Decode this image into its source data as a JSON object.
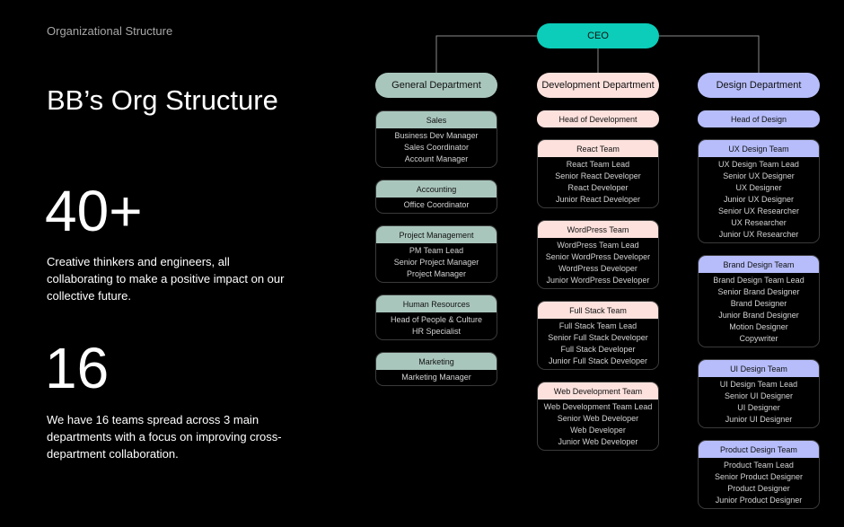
{
  "left": {
    "small_title": "Organizational Structure",
    "title": "BB’s Org Structure",
    "stat1_value": "40+",
    "stat1_desc": "Creative thinkers and engineers, all collaborating to make a positive impact on our collective future.",
    "stat2_value": "16",
    "stat2_desc": "We have 16 teams spread across 3 main departments with a focus on improving cross-department collaboration."
  },
  "colors": {
    "ceo": "#0bcdb9",
    "general": "#a9c6bd",
    "development": "#fce1dd",
    "design": "#b6bdfa"
  },
  "org": {
    "ceo": "CEO",
    "departments": [
      {
        "name": "General Department",
        "teams": [
          {
            "name": "Sales",
            "members": [
              "Business Dev Manager",
              "Sales Coordinator",
              "Account Manager"
            ]
          },
          {
            "name": "Accounting",
            "members": [
              "Office Coordinator"
            ]
          },
          {
            "name": "Project Management",
            "members": [
              "PM Team Lead",
              "Senior Project Manager",
              "Project Manager"
            ]
          },
          {
            "name": "Human Resources",
            "members": [
              "Head of People & Culture",
              "HR Specialist"
            ]
          },
          {
            "name": "Marketing",
            "members": [
              "Marketing Manager"
            ]
          }
        ]
      },
      {
        "name": "Development Department",
        "head": "Head of Development",
        "teams": [
          {
            "name": "React Team",
            "members": [
              "React Team Lead",
              "Senior React Developer",
              "React Developer",
              "Junior React Developer"
            ]
          },
          {
            "name": "WordPress Team",
            "members": [
              "WordPress Team Lead",
              "Senior WordPress Developer",
              "WordPress Developer",
              "Junior WordPress Developer"
            ]
          },
          {
            "name": "Full Stack Team",
            "members": [
              "Full Stack Team Lead",
              "Senior Full Stack Developer",
              "Full Stack Developer",
              "Junior Full Stack Developer"
            ]
          },
          {
            "name": "Web Development Team",
            "members": [
              "Web Development Team Lead",
              "Senior Web Developer",
              "Web Developer",
              "Junior Web Developer"
            ]
          }
        ]
      },
      {
        "name": "Design Department",
        "head": "Head of Design",
        "teams": [
          {
            "name": "UX Design Team",
            "members": [
              "UX Design Team Lead",
              "Senior UX Designer",
              "UX Designer",
              "Junior UX Designer",
              "Senior UX Researcher",
              "UX Researcher",
              "Junior UX Researcher"
            ]
          },
          {
            "name": "Brand Design Team",
            "members": [
              "Brand Design Team Lead",
              "Senior Brand Designer",
              "Brand Designer",
              "Junior Brand Designer",
              "Motion Designer",
              "Copywriter"
            ]
          },
          {
            "name": "UI Design Team",
            "members": [
              "UI Design Team Lead",
              "Senior UI Designer",
              "UI Designer",
              "Junior UI Designer"
            ]
          },
          {
            "name": "Product Design Team",
            "members": [
              "Product Team Lead",
              "Senior Product Designer",
              "Product Designer",
              "Junior Product Designer"
            ]
          }
        ]
      }
    ]
  }
}
